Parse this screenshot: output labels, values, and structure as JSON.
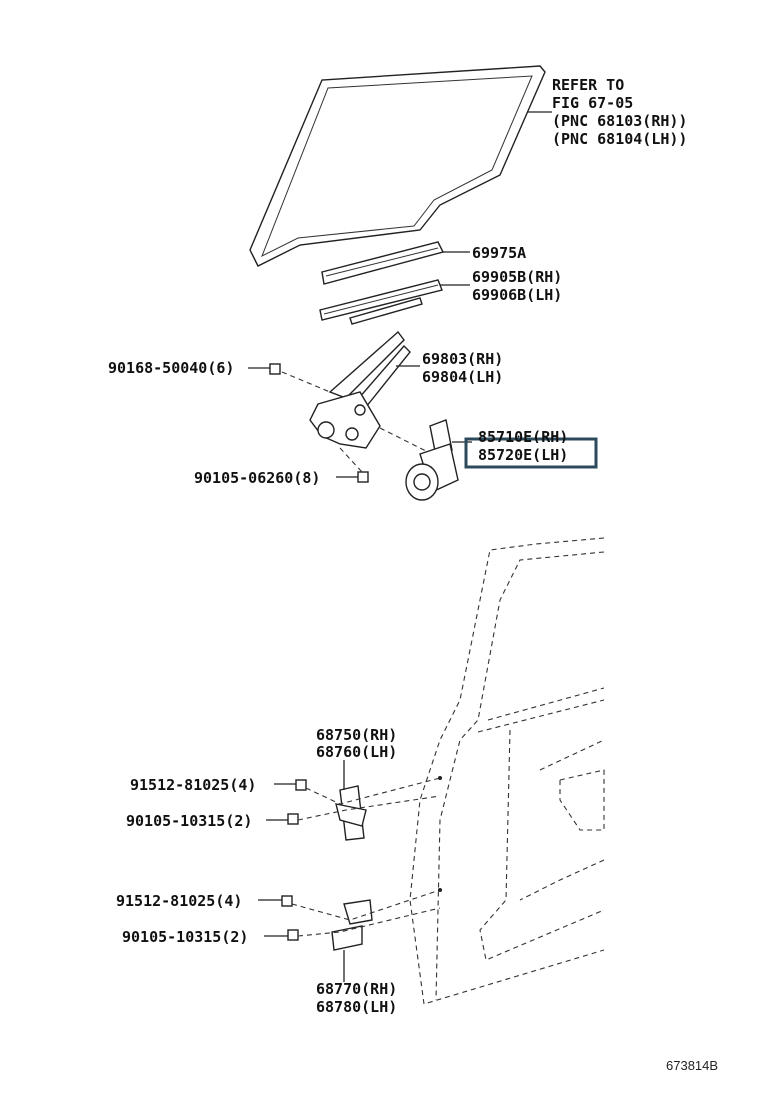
{
  "labels": {
    "glass_ref": [
      "REFER TO",
      "FIG 67-05",
      "(PNC 68103(RH))",
      "(PNC 68104(LH))"
    ],
    "weatherstrip": "69975A",
    "channel": [
      "69905B(RH)",
      "69906B(LH)"
    ],
    "bolt_top": "90168-50040(6)",
    "regulator": [
      "69803(RH)",
      "69804(LH)"
    ],
    "bolt_reg": "90105-06260(8)",
    "motor": [
      "85710E(RH)",
      "85720E(LH)"
    ],
    "upper_hinge": [
      "68750(RH)",
      "68760(LH)"
    ],
    "upper_bolt_a": "91512-81025(4)",
    "upper_bolt_b": "90105-10315(2)",
    "lower_bolt_a": "91512-81025(4)",
    "lower_bolt_b": "90105-10315(2)",
    "lower_hinge": [
      "68770(RH)",
      "68780(LH)"
    ]
  },
  "figure_id": "673814B",
  "highlight_color": "#2c4a5c"
}
